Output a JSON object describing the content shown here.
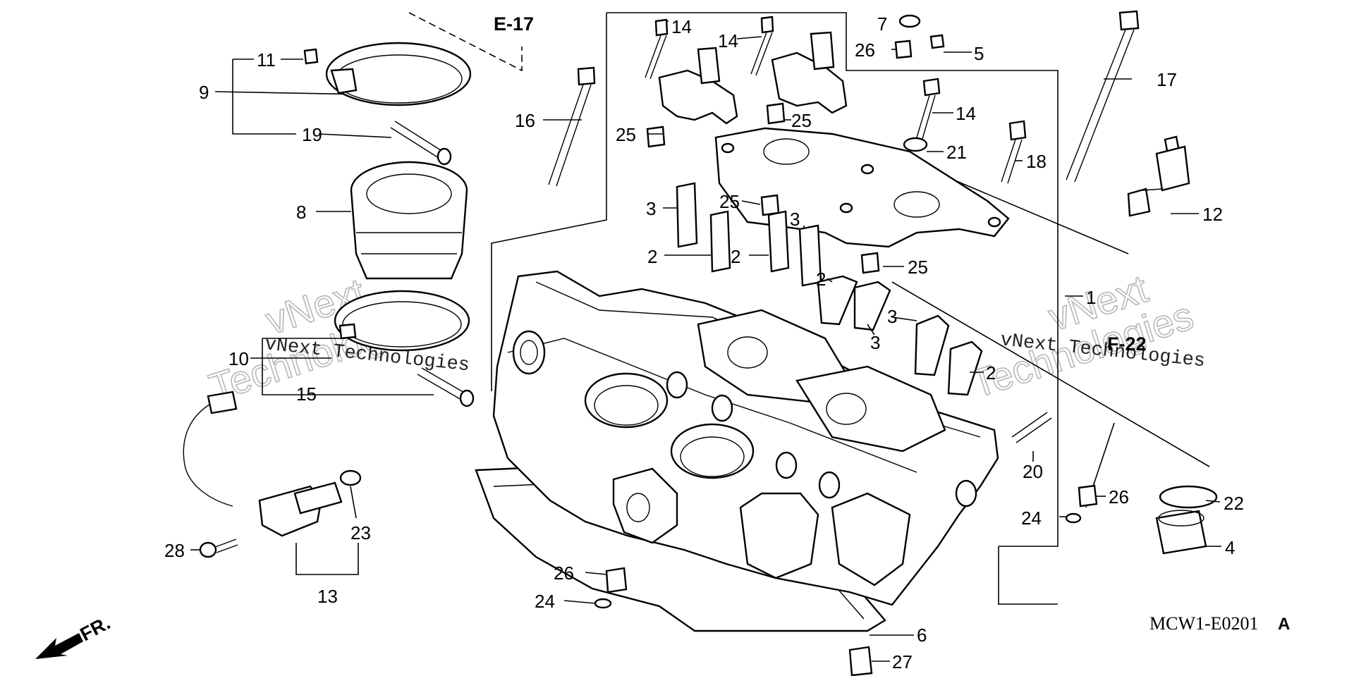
{
  "diagram": {
    "part_numbers": {
      "p1": "1",
      "p2a": "2",
      "p2b": "2",
      "p2c": "2",
      "p2d": "2",
      "p3a": "3",
      "p3b": "3",
      "p3c": "3",
      "p3d": "3",
      "p4": "4",
      "p5": "5",
      "p6": "6",
      "p7": "7",
      "p8": "8",
      "p9": "9",
      "p10": "10",
      "p11": "11",
      "p12": "12",
      "p13": "13",
      "p14a": "14",
      "p14b": "14",
      "p14c": "14",
      "p15": "15",
      "p16": "16",
      "p17": "17",
      "p18": "18",
      "p19": "19",
      "p20": "20",
      "p21": "21",
      "p22": "22",
      "p23": "23",
      "p24a": "24",
      "p24b": "24",
      "p25a": "25",
      "p25b": "25",
      "p25c": "25",
      "p25d": "25",
      "p26a": "26",
      "p26b": "26",
      "p26c": "26",
      "p27": "27",
      "p28": "28"
    },
    "references": {
      "e17": "E-17",
      "f22": "F-22"
    },
    "direction_label": "FR.",
    "diagram_code": "MCW1-E0201",
    "diagram_code_suffix": "A",
    "watermarks": {
      "line1": "vNext",
      "line2": "Technologies",
      "small": "vNext Technologies"
    }
  }
}
